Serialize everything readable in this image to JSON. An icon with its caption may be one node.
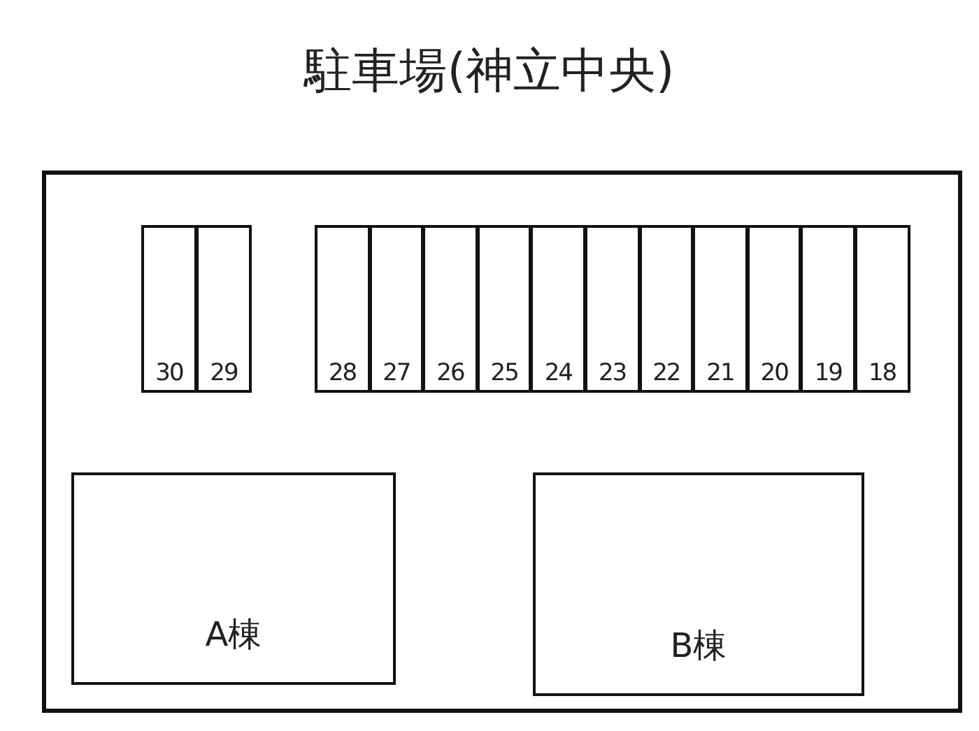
{
  "diagram": {
    "title": "駐車場(神立中央)",
    "nodes": [
      {
        "text": [],
        "shape": "box"
      },
      {
        "text": [
          "30"
        ],
        "in": 0
      },
      {
        "text": [
          "29"
        ],
        "in": 0
      },
      {
        "text": [
          "28"
        ],
        "in": 0
      },
      {
        "text": [
          "27"
        ],
        "in": 0
      },
      {
        "text": [
          "26"
        ],
        "in": 0
      },
      {
        "text": [
          "25"
        ],
        "in": 0
      },
      {
        "text": [
          "24"
        ],
        "in": 0
      },
      {
        "text": [
          "23"
        ],
        "in": 0
      },
      {
        "text": [
          "22"
        ],
        "in": 0
      },
      {
        "text": [
          "21"
        ],
        "in": 0
      },
      {
        "text": [
          "20"
        ],
        "in": 0
      },
      {
        "text": [
          "19"
        ],
        "in": 0
      },
      {
        "text": [
          "18"
        ],
        "in": 0
      },
      {
        "text": [
          "A棟"
        ],
        "in": 0
      },
      {
        "text": [
          "B棟"
        ],
        "in": 0
      }
    ]
  }
}
